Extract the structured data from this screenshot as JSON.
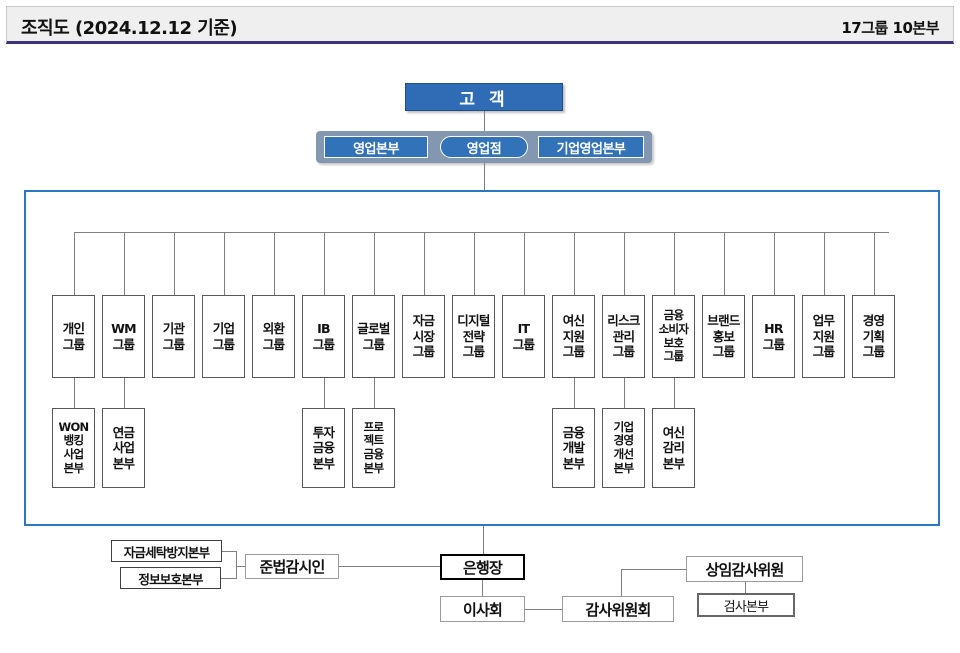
{
  "header": {
    "title": "조직도 (2024.12.12 기준)",
    "summary": "17그룹 10본부"
  },
  "top": {
    "customer": "고 객",
    "channels": [
      {
        "label": "영업본부",
        "shape": "rect"
      },
      {
        "label": "영업점",
        "shape": "oval"
      },
      {
        "label": "기업영업본부",
        "shape": "rect"
      }
    ]
  },
  "groups": [
    {
      "lines": [
        "개인",
        "그룹"
      ]
    },
    {
      "lines": [
        "WM",
        "그룹"
      ]
    },
    {
      "lines": [
        "기관",
        "그룹"
      ]
    },
    {
      "lines": [
        "기업",
        "그룹"
      ]
    },
    {
      "lines": [
        "외환",
        "그룹"
      ]
    },
    {
      "lines": [
        "IB",
        "그룹"
      ]
    },
    {
      "lines": [
        "글로벌",
        "그룹"
      ]
    },
    {
      "lines": [
        "자금",
        "시장",
        "그룹"
      ]
    },
    {
      "lines": [
        "디지털",
        "전략",
        "그룹"
      ]
    },
    {
      "lines": [
        "IT",
        "그룹"
      ]
    },
    {
      "lines": [
        "여신",
        "지원",
        "그룹"
      ]
    },
    {
      "lines": [
        "리스크",
        "관리",
        "그룹"
      ]
    },
    {
      "lines": [
        "금융",
        "소비자",
        "보호",
        "그룹"
      ]
    },
    {
      "lines": [
        "브랜드",
        "홍보",
        "그룹"
      ]
    },
    {
      "lines": [
        "HR",
        "그룹"
      ]
    },
    {
      "lines": [
        "업무",
        "지원",
        "그룹"
      ]
    },
    {
      "lines": [
        "경영",
        "기획",
        "그룹"
      ]
    }
  ],
  "divisions": [
    {
      "parent_index": 0,
      "lines": [
        "WON",
        "뱅킹",
        "사업",
        "본부"
      ]
    },
    {
      "parent_index": 1,
      "lines": [
        "연금",
        "사업",
        "본부"
      ]
    },
    {
      "parent_index": 5,
      "lines": [
        "투자",
        "금융",
        "본부"
      ]
    },
    {
      "parent_index": 6,
      "lines": [
        "프로",
        "젝트",
        "금융",
        "본부"
      ]
    },
    {
      "parent_index": 10,
      "lines": [
        "금융",
        "개발",
        "본부"
      ]
    },
    {
      "parent_index": 11,
      "lines": [
        "기업",
        "경영",
        "개선",
        "본부"
      ]
    },
    {
      "parent_index": 12,
      "lines": [
        "여신",
        "감리",
        "본부"
      ]
    }
  ],
  "bottom": {
    "aml": "자금세탁방지본부",
    "infosec": "정보보호본부",
    "compliance": "준법감시인",
    "president": "은행장",
    "board": "이사회",
    "audit_committee": "감사위원회",
    "standing_auditor": "상임감사위원",
    "inspection": "검사본부"
  },
  "colors": {
    "accent_blue": "#2e75c4",
    "box_blue": "#3272b8",
    "band_gray": "#8497b0",
    "header_rule": "#3b3277",
    "line_gray": "#7f7f7f"
  }
}
